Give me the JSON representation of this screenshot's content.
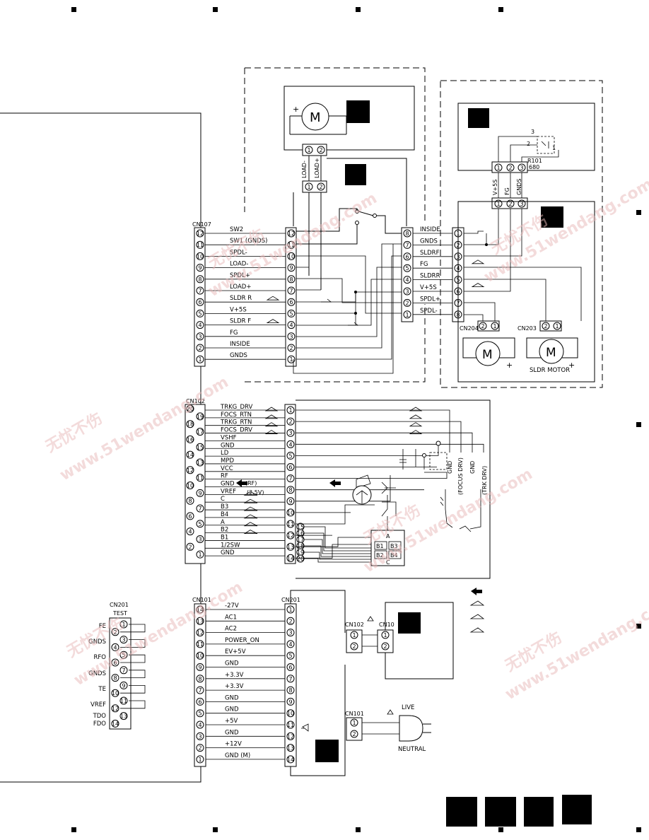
{
  "cn107": {
    "title": "CN107",
    "rows": [
      {
        "n": "12",
        "label": "SW2"
      },
      {
        "n": "11",
        "label": "SW1 (GNDS)"
      },
      {
        "n": "10",
        "label": "SPDL-"
      },
      {
        "n": "9",
        "label": "LOAD-"
      },
      {
        "n": "8",
        "label": "SPDL+"
      },
      {
        "n": "7",
        "label": "LOAD+"
      },
      {
        "n": "6",
        "label": "SLDR R"
      },
      {
        "n": "5",
        "label": "V+5S"
      },
      {
        "n": "4",
        "label": "SLDR F"
      },
      {
        "n": "3",
        "label": "FG"
      },
      {
        "n": "2",
        "label": "INSIDE"
      },
      {
        "n": "1",
        "label": "GNDS"
      }
    ],
    "mid_pins": [
      "12",
      "11",
      "10",
      "9",
      "8",
      "7",
      "6",
      "5",
      "4",
      "3",
      "2",
      "1"
    ]
  },
  "load_motor": {
    "pins": [
      "1",
      "2"
    ],
    "wire_labels": [
      "LOAD-",
      "LOAD+"
    ]
  },
  "mech_connector": {
    "pins": [
      "8",
      "7",
      "6",
      "5",
      "4",
      "3",
      "2",
      "1"
    ],
    "rows": [
      {
        "n": "1",
        "label": "INSIDE"
      },
      {
        "n": "2",
        "label": "GNDS"
      },
      {
        "n": "3",
        "label": "SLDRF"
      },
      {
        "n": "4",
        "label": "FG"
      },
      {
        "n": "5",
        "label": "SLDRR"
      },
      {
        "n": "6",
        "label": "V+5S"
      },
      {
        "n": "7",
        "label": "SPDL+"
      },
      {
        "n": "8",
        "label": "SPDL-"
      }
    ]
  },
  "fg_sensor": {
    "pins": [
      "1",
      "2",
      "3"
    ],
    "wire_labels": [
      "V+5S",
      "FG",
      "GNDS"
    ],
    "resistor_label": "R101",
    "resistor_value": "680",
    "pin_marks": [
      "3",
      "2",
      "1"
    ]
  },
  "cn204": {
    "title": "CN204",
    "pins": [
      "2",
      "1"
    ]
  },
  "cn203": {
    "title": "CN203",
    "pins": [
      "2",
      "1"
    ]
  },
  "sldr_motor_label": "SLDR MOTOR",
  "cn102": {
    "title": "CN102",
    "rows": [
      {
        "n": "20",
        "label": "TRKG_DRV"
      },
      {
        "n": "19",
        "label": "FOCS_RTN"
      },
      {
        "n": "18",
        "label": "TRKG_RTN"
      },
      {
        "n": "17",
        "label": "FOCS_DRV"
      },
      {
        "n": "16",
        "label": "VSHF"
      },
      {
        "n": "15",
        "label": "GND"
      },
      {
        "n": "14",
        "label": "LD"
      },
      {
        "n": "13",
        "label": "MPD"
      },
      {
        "n": "12",
        "label": "VCC"
      },
      {
        "n": "11",
        "label": "RF"
      },
      {
        "n": "10",
        "label": "GND"
      },
      {
        "n": "9",
        "label": "VREF"
      },
      {
        "n": "8",
        "label": "C"
      },
      {
        "n": "7",
        "label": "B3"
      },
      {
        "n": "6",
        "label": "B4"
      },
      {
        "n": "5",
        "label": "A"
      },
      {
        "n": "4",
        "label": "B2"
      },
      {
        "n": "3",
        "label": "B1"
      },
      {
        "n": "2",
        "label": "1/2SW"
      },
      {
        "n": "1",
        "label": "GND"
      }
    ],
    "rf_note": "(RF)",
    "vref_note": "(2.5V)",
    "pickup_pins": [
      "1",
      "2",
      "3",
      "4",
      "5",
      "6",
      "7",
      "8",
      "9",
      "10",
      "11",
      "12",
      "13",
      "14",
      "15",
      "16",
      "17",
      "18",
      "19",
      "20"
    ]
  },
  "pickup": {
    "coil_labels": [
      "GND",
      "(FOCUS DRV)",
      "GND",
      "(TRK DRV)"
    ],
    "pd_cells": [
      "A",
      "B1",
      "B3",
      "B2",
      "B4",
      "C"
    ]
  },
  "cn101": {
    "title": "CN101",
    "rows": [
      {
        "n": "14",
        "label": "-27V"
      },
      {
        "n": "13",
        "label": "AC1"
      },
      {
        "n": "12",
        "label": "AC2"
      },
      {
        "n": "11",
        "label": "POWER_ON"
      },
      {
        "n": "10",
        "label": "EV+5V"
      },
      {
        "n": "9",
        "label": "GND"
      },
      {
        "n": "8",
        "label": "+3.3V"
      },
      {
        "n": "7",
        "label": "+3.3V"
      },
      {
        "n": "6",
        "label": "GND"
      },
      {
        "n": "5",
        "label": "GND"
      },
      {
        "n": "4",
        "label": "+5V"
      },
      {
        "n": "3",
        "label": "GND"
      },
      {
        "n": "2",
        "label": "+12V"
      },
      {
        "n": "1",
        "label": "GND (M)"
      }
    ]
  },
  "cn201": {
    "title": "CN201",
    "pins": [
      "1",
      "2",
      "3",
      "4",
      "5",
      "6",
      "7",
      "8",
      "9",
      "10",
      "11",
      "12",
      "13",
      "14"
    ]
  },
  "cn201_test": {
    "title": "CN201",
    "subtitle": "TEST",
    "labels": [
      "FE",
      "GNDS",
      "RFO",
      "GNDS",
      "TE",
      "VREF",
      "TDO",
      "FDO"
    ],
    "pins": [
      "1",
      "2",
      "3",
      "4",
      "5",
      "6",
      "7",
      "8",
      "9",
      "10",
      "11",
      "12",
      "13",
      "14"
    ]
  },
  "power": {
    "cn102_title": "CN102",
    "cn10_title": "CN10",
    "cn101_title": "CN101",
    "pins": [
      "1",
      "2"
    ],
    "live": "LIVE",
    "neutral": "NEUTRAL"
  },
  "watermark": {
    "cn": "无忧不伤",
    "url": "www.51wendang.com"
  }
}
